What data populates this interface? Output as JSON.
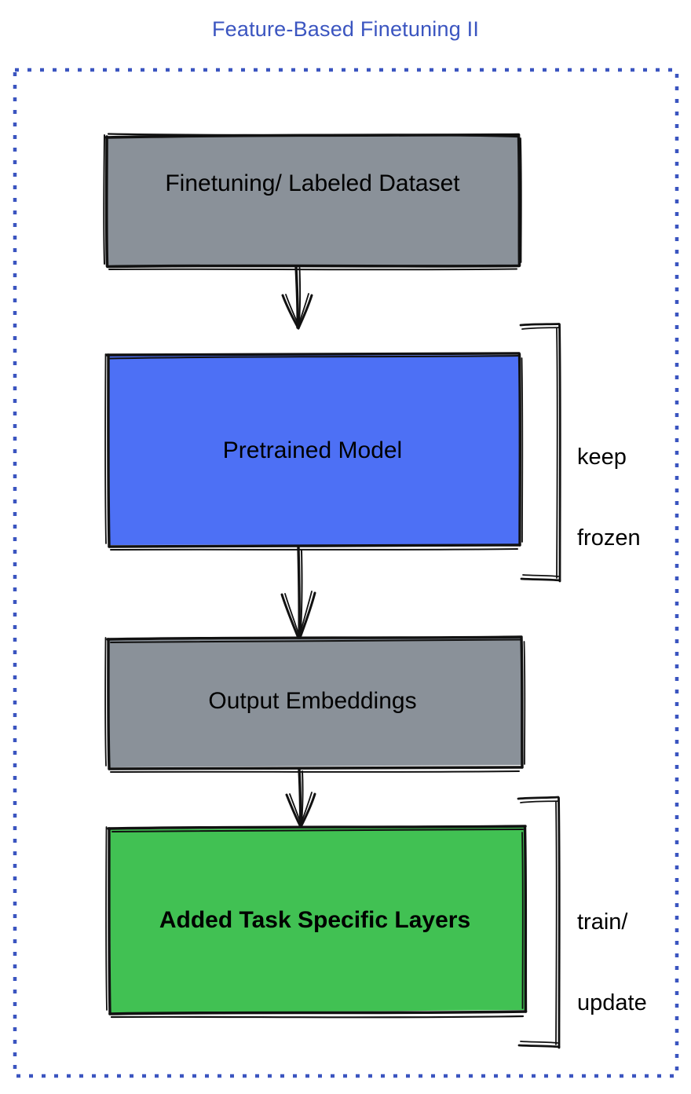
{
  "title": "Feature-Based Finetuning II",
  "colors": {
    "title": "#3b55c0",
    "dashed_border": "#3b55c0",
    "gray_box": "#8a9199",
    "blue_box": "#4d70f5",
    "green_box": "#41c153",
    "stroke": "#000000",
    "background": "#ffffff"
  },
  "container": {
    "name": "dashed-frame",
    "style": "dotted"
  },
  "nodes": [
    {
      "id": "finetuning-dataset",
      "label": "Finetuning/ Labeled Dataset",
      "fill": "#8a9199"
    },
    {
      "id": "pretrained-model",
      "label": "Pretrained Model",
      "fill": "#4d70f5"
    },
    {
      "id": "output-embeddings",
      "label": "Output Embeddings",
      "fill": "#8a9199"
    },
    {
      "id": "added-layers",
      "label": "Added Task Specific Layers",
      "fill": "#41c153"
    }
  ],
  "brackets": [
    {
      "id": "keep-frozen",
      "line1": "keep",
      "line2": "frozen",
      "label": "keep frozen",
      "targets": [
        "pretrained-model"
      ]
    },
    {
      "id": "train-update",
      "line1": "train/",
      "line2": "update",
      "label": "train/ update",
      "targets": [
        "added-layers"
      ]
    }
  ],
  "arrows": [
    {
      "id": "arrow-dataset-to-model",
      "from": "finetuning-dataset",
      "to": "pretrained-model"
    },
    {
      "id": "arrow-model-to-embeddings",
      "from": "pretrained-model",
      "to": "output-embeddings"
    },
    {
      "id": "arrow-embeddings-to-layers",
      "from": "output-embeddings",
      "to": "added-layers"
    }
  ]
}
